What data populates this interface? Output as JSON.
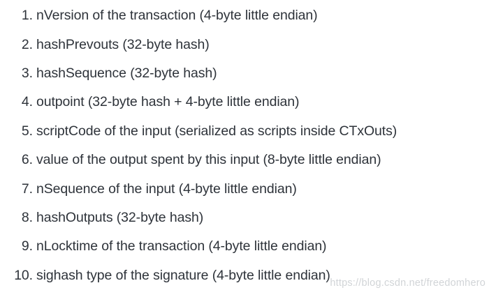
{
  "colors": {
    "background": "#ffffff",
    "text": "#2e333a",
    "watermark": "#c9ccd0"
  },
  "list": {
    "items": [
      {
        "number": "1.",
        "text": "nVersion of the transaction (4-byte little endian)"
      },
      {
        "number": "2.",
        "text": "hashPrevouts (32-byte hash)"
      },
      {
        "number": "3.",
        "text": "hashSequence (32-byte hash)"
      },
      {
        "number": "4.",
        "text": "outpoint (32-byte hash + 4-byte little endian)"
      },
      {
        "number": "5.",
        "text": "scriptCode of the input (serialized as scripts inside CTxOuts)"
      },
      {
        "number": "6.",
        "text": "value of the output spent by this input (8-byte little endian)"
      },
      {
        "number": "7.",
        "text": "nSequence of the input (4-byte little endian)"
      },
      {
        "number": "8.",
        "text": "hashOutputs (32-byte hash)"
      },
      {
        "number": "9.",
        "text": "nLocktime of the transaction (4-byte little endian)"
      },
      {
        "number": "10.",
        "text": "sighash type of the signature (4-byte little endian)"
      }
    ]
  },
  "watermark": {
    "text": "https://blog.csdn.net/freedomhero"
  }
}
